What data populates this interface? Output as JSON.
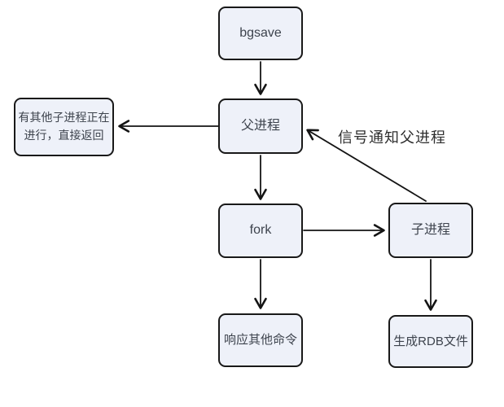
{
  "diagram": {
    "type": "flowchart",
    "colors": {
      "background": "#ffffff",
      "node_fill": "#eef1f9",
      "node_border": "#191919",
      "node_text": "#3d434d",
      "arrow": "#141414",
      "edge_label_text": "#2e2e2e"
    },
    "nodes": {
      "bgsave": {
        "label": "bgsave"
      },
      "parent_process": {
        "label": "父进程"
      },
      "busy_return": {
        "label": "有其他子进程正在\n进行，直接返回"
      },
      "fork": {
        "label": "fork"
      },
      "child_process": {
        "label": "子进程"
      },
      "respond_other_commands": {
        "label": "响应其他命令"
      },
      "generate_rdb_file": {
        "label": "生成RDB文件"
      }
    },
    "edge_labels": {
      "signal_notify_parent": "信号通知父进程"
    },
    "edges": [
      {
        "from": "bgsave",
        "to": "parent_process"
      },
      {
        "from": "parent_process",
        "to": "busy_return"
      },
      {
        "from": "parent_process",
        "to": "fork"
      },
      {
        "from": "fork",
        "to": "child_process"
      },
      {
        "from": "child_process",
        "to": "parent_process",
        "label": "信号通知父进程"
      },
      {
        "from": "fork",
        "to": "respond_other_commands"
      },
      {
        "from": "child_process",
        "to": "generate_rdb_file"
      }
    ]
  }
}
